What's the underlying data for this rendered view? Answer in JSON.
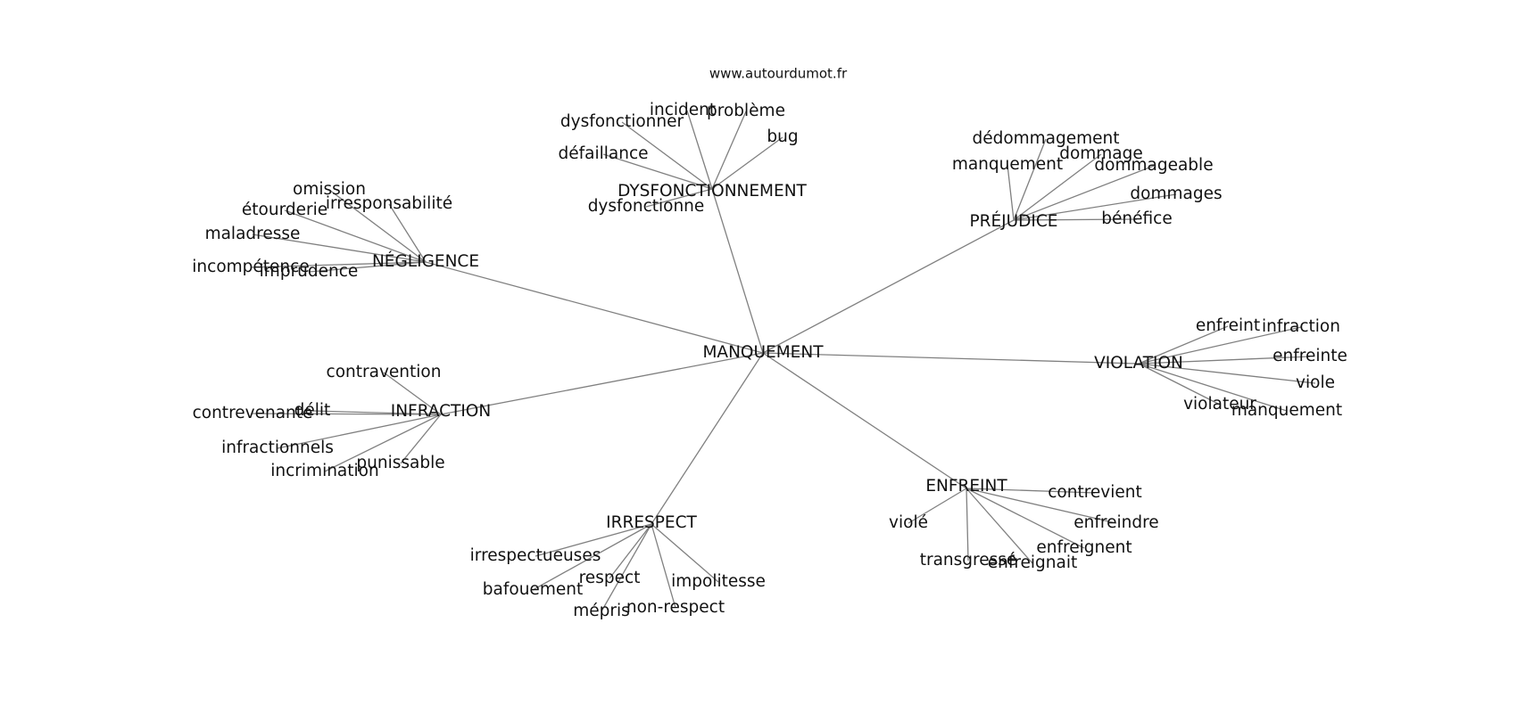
{
  "source": "www.autourdumot.fr",
  "center": "MANQUEMENT",
  "groups": [
    {
      "hub": "DYSFONCTIONNEMENT",
      "leaves": [
        "dysfonctionner",
        "incident",
        "problème",
        "bug",
        "défaillance",
        "dysfonctionne"
      ]
    },
    {
      "hub": "PRÉJUDICE",
      "leaves": [
        "dédommagement",
        "dommage",
        "manquement",
        "dommageable",
        "dommages",
        "bénéfice"
      ]
    },
    {
      "hub": "NÉGLIGENCE",
      "leaves": [
        "omission",
        "irresponsabilité",
        "étourderie",
        "maladresse",
        "incompétence",
        "imprudence"
      ]
    },
    {
      "hub": "VIOLATION",
      "leaves": [
        "enfreint",
        "infraction",
        "enfreinte",
        "viole",
        "violateur",
        "manquement"
      ]
    },
    {
      "hub": "INFRACTION",
      "leaves": [
        "contravention",
        "délit",
        "contrevenante",
        "infractionnels",
        "incrimination",
        "punissable"
      ]
    },
    {
      "hub": "ENFREINT",
      "leaves": [
        "contrevient",
        "violé",
        "enfreindre",
        "enfreignent",
        "transgressé",
        "enfreignait"
      ]
    },
    {
      "hub": "IRRESPECT",
      "leaves": [
        "irrespectueuses",
        "respect",
        "bafouement",
        "impolitesse",
        "mépris",
        "non-respect"
      ]
    }
  ]
}
